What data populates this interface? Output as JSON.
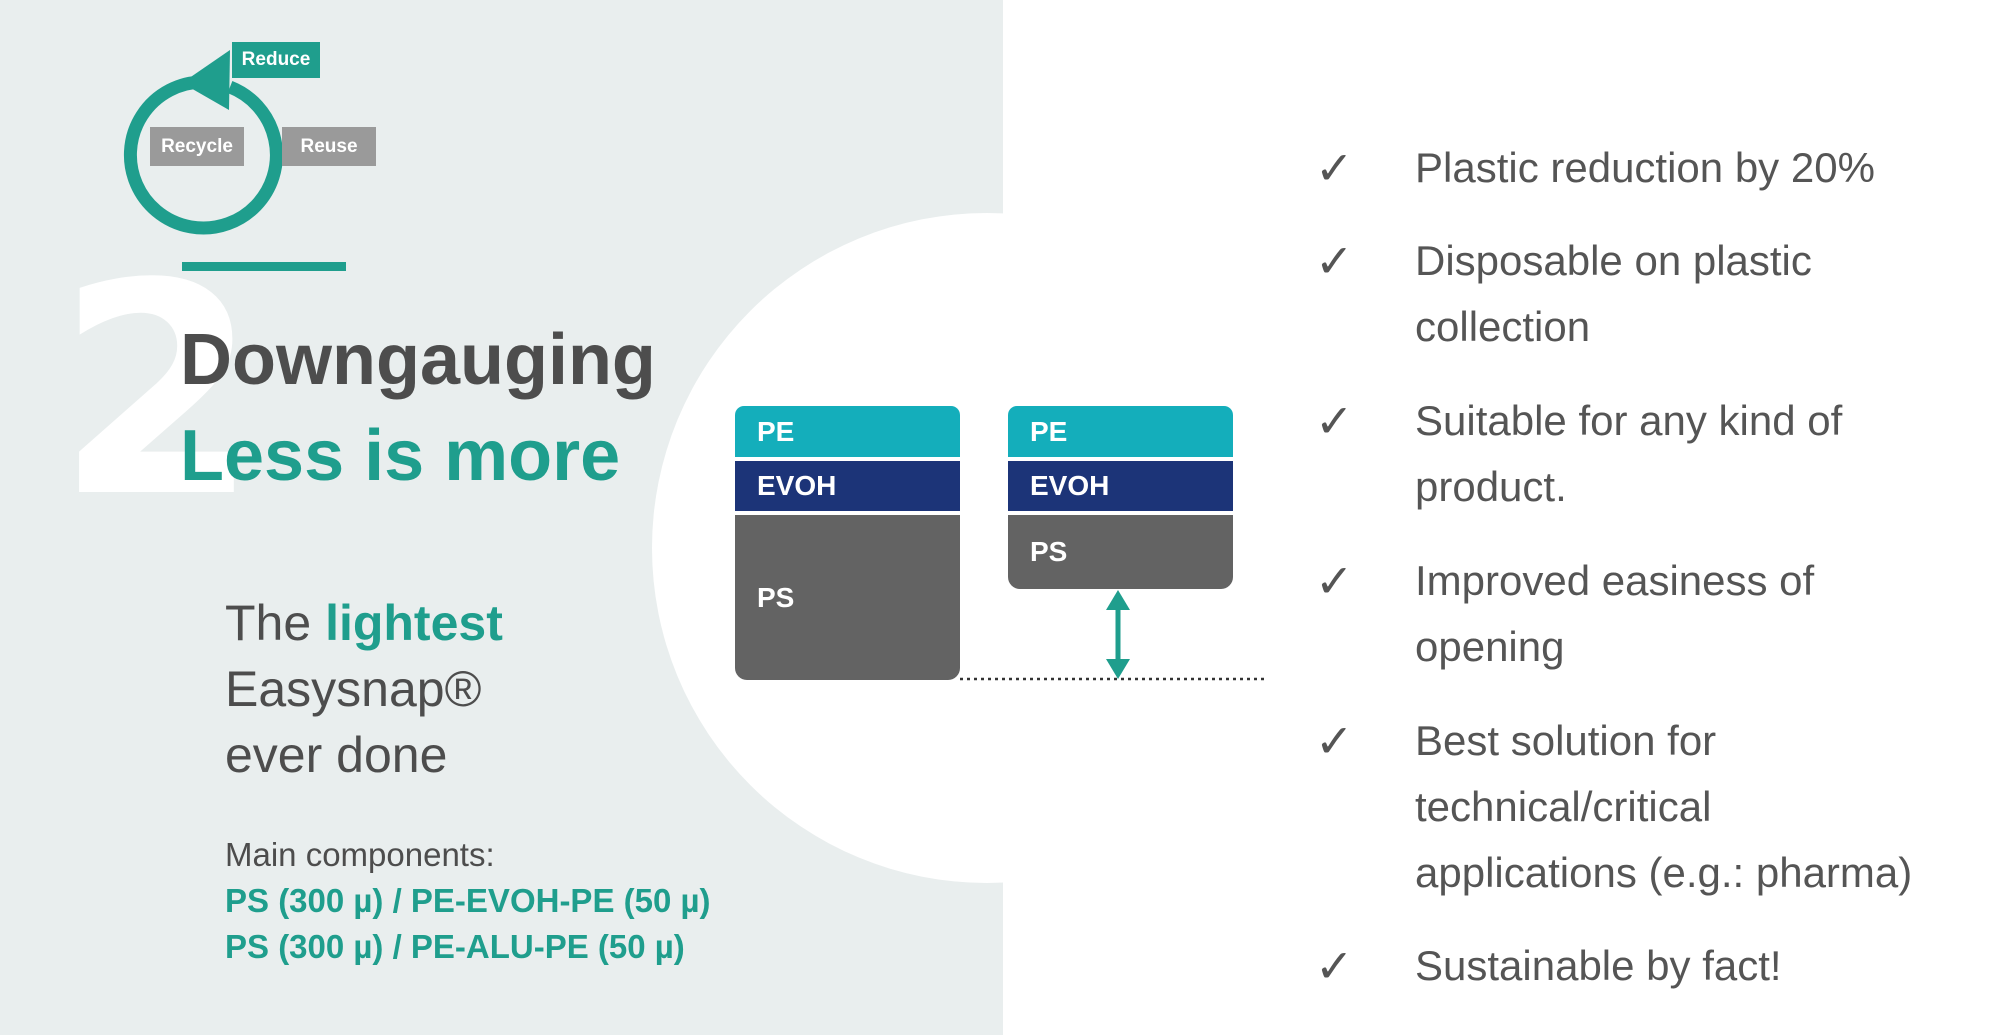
{
  "cycle": {
    "reduce_label": "Reduce",
    "reuse_label": "Reuse",
    "recycle_label": "Recycle"
  },
  "heading": {
    "number": "2",
    "title": "Downgauging",
    "subtitle": "Less is more"
  },
  "tagline": {
    "part1": "The ",
    "highlight": "lightest",
    "line2": "Easysnap®",
    "line3": "ever done"
  },
  "components": {
    "label": "Main components:",
    "spec1": "PS (300 µ) / PE-EVOH-PE (50 µ)",
    "spec2": "PS (300 µ) / PE-ALU-PE (50 µ)"
  },
  "diagram": {
    "stack_before": {
      "pe": "PE",
      "evoh": "EVOH",
      "ps": "PS"
    },
    "stack_after": {
      "pe": "PE",
      "evoh": "EVOH",
      "ps": "PS"
    }
  },
  "benefits": [
    {
      "lines": [
        "Plastic reduction by 20%"
      ]
    },
    {
      "lines": [
        "Disposable on plastic",
        "collection"
      ]
    },
    {
      "lines": [
        "Suitable for any kind of",
        "product."
      ]
    },
    {
      "lines": [
        "Improved easiness of",
        "opening"
      ]
    },
    {
      "lines": [
        "Best solution for",
        "technical/critical",
        "applications (e.g.: pharma)"
      ]
    },
    {
      "lines": [
        "Sustainable by fact!"
      ]
    }
  ],
  "check_symbol": "✓",
  "colors": {
    "teal": "#1f9e8d",
    "pe_layer": "#14aebb",
    "evoh_layer": "#1c3478",
    "ps_layer": "#636363",
    "text_gray": "#4d4d4d",
    "panel_bg": "#e9eeee"
  }
}
